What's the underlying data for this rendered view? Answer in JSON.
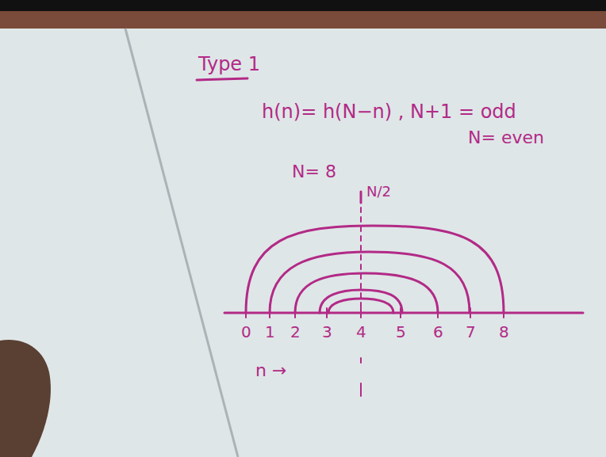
{
  "diagram": {
    "title": "Type 1",
    "labels": [
      "h(n)= h(N−n) , N+1 = odd",
      "N= even",
      "N= 8",
      "N/2",
      "0",
      "1",
      "2",
      "3",
      "4",
      "5",
      "6",
      "7",
      "8",
      "n →"
    ]
  }
}
